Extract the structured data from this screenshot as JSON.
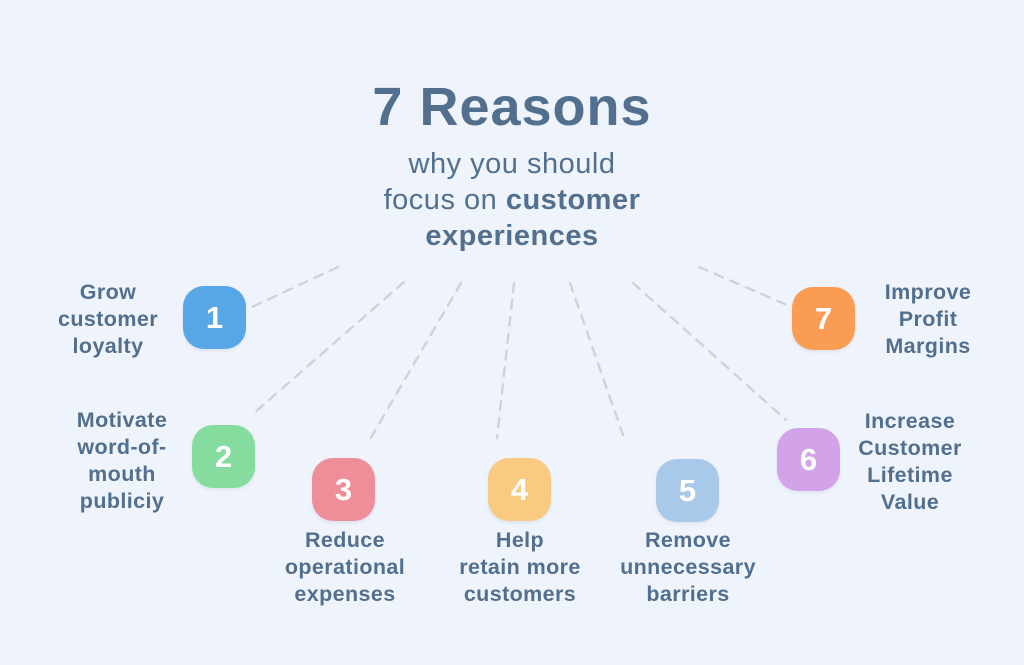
{
  "page": {
    "background": "#eff3fb",
    "text_color": "#52708e"
  },
  "title": {
    "heading": "7 Reasons",
    "subtitle_line1": "why you should",
    "subtitle_line2_regular": "focus on ",
    "subtitle_line2_bold": "customer",
    "subtitle_line3_bold": "experiences"
  },
  "connectors": {
    "color": "#cbd3dd",
    "style": "dashed"
  },
  "reasons": [
    {
      "number": "1",
      "label": "Grow\ncustomer\nloyalty",
      "color": "#57a6e6",
      "label_position": "left"
    },
    {
      "number": "2",
      "label": "Motivate\nword-of-\nmouth\npubliciy",
      "color": "#85dc9e",
      "label_position": "left"
    },
    {
      "number": "3",
      "label": "Reduce\noperational\nexpenses",
      "color": "#ee8e99",
      "label_position": "below"
    },
    {
      "number": "4",
      "label": "Help\nretain more\ncustomers",
      "color": "#f8cb80",
      "label_position": "below"
    },
    {
      "number": "5",
      "label": "Remove\nunnecessary\nbarriers",
      "color": "#a9c9ea",
      "label_position": "below"
    },
    {
      "number": "6",
      "label": "Increase\nCustomer\nLifetime\nValue",
      "color": "#d2a3e8",
      "label_position": "right"
    },
    {
      "number": "7",
      "label": "Improve\nProfit\nMargins",
      "color": "#fb9c55",
      "label_position": "right"
    }
  ]
}
